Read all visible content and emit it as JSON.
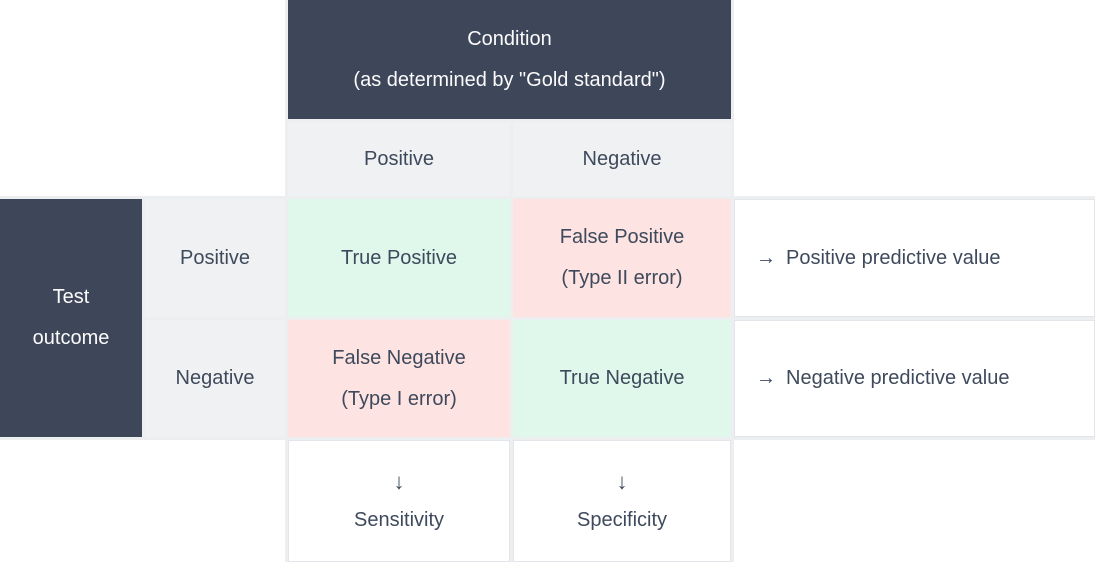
{
  "colors": {
    "header_bg": "#3e4659",
    "header_text": "#fbfbfc",
    "label_bg": "#f0f1f2",
    "true_cell_bg": "#e0f8ec",
    "false_cell_bg": "#fde3e2",
    "text": "#3e4a5c",
    "divider": "#e2e5e9"
  },
  "condition_header": {
    "line1": "Condition",
    "line2": "(as determined by \"Gold standard\")"
  },
  "column_labels": [
    "Positive",
    "Negative"
  ],
  "test_outcome_header": {
    "line1": "Test",
    "line2": "outcome"
  },
  "row_labels": [
    "Positive",
    "Negative"
  ],
  "cells": {
    "true_positive": {
      "label": "True Positive"
    },
    "false_positive": {
      "label": "False Positive",
      "sublabel": "(Type II error)"
    },
    "false_negative": {
      "label": "False Negative",
      "sublabel": "(Type I error)"
    },
    "true_negative": {
      "label": "True Negative"
    }
  },
  "annotations": {
    "ppv": {
      "arrow": "→",
      "label": "Positive predictive value"
    },
    "npv": {
      "arrow": "→",
      "label": "Negative predictive value"
    },
    "sensitivity": {
      "arrow": "↓",
      "label": "Sensitivity"
    },
    "specificity": {
      "arrow": "↓",
      "label": "Specificity"
    }
  }
}
